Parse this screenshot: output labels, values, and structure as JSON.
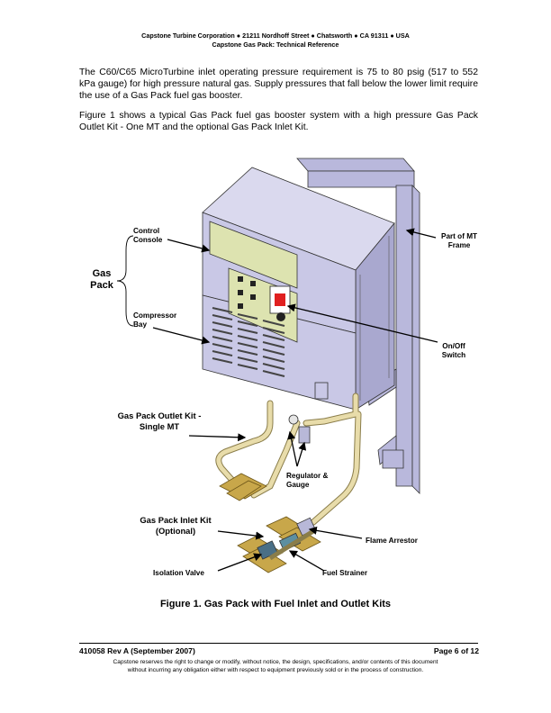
{
  "header": {
    "line1": "Capstone Turbine Corporation ● 21211 Nordhoff Street ● Chatsworth ● CA 91311 ● USA",
    "line2": "Capstone Gas Pack: Technical Reference"
  },
  "body": {
    "paragraph1": "The C60/C65 MicroTurbine inlet operating pressure requirement is 75 to 80 psig (517 to 552 kPa gauge) for high pressure natural gas. Supply pressures that fall below the lower limit require the use of a Gas Pack fuel gas booster.",
    "paragraph2": "Figure 1 shows a typical Gas Pack fuel gas booster system with a high pressure Gas Pack Outlet Kit - One MT and the optional Gas Pack Inlet Kit."
  },
  "figure": {
    "labels": {
      "control_console_1": "Control",
      "control_console_2": "Console",
      "gas_pack_1": "Gas",
      "gas_pack_2": "Pack",
      "compressor_bay_1": "Compressor",
      "compressor_bay_2": "Bay",
      "part_of_mt_1": "Part of MT",
      "part_of_mt_2": "Frame",
      "onoff_1": "On/Off",
      "onoff_2": "Switch",
      "outlet_kit_1": "Gas Pack Outlet Kit -",
      "outlet_kit_2": "Single MT",
      "regulator_1": "Regulator &",
      "regulator_2": "Gauge",
      "inlet_kit_1": "Gas Pack Inlet Kit",
      "inlet_kit_2": "(Optional)",
      "flame_arrestor": "Flame Arrestor",
      "isolation_valve": "Isolation Valve",
      "fuel_strainer": "Fuel Strainer"
    },
    "caption": "Figure 1. Gas Pack with Fuel Inlet and Outlet Kits"
  },
  "footer": {
    "doc_id": "410058 Rev A (September 2007)",
    "page": "Page 6 of 12",
    "legal1": "Capstone reserves the right to change or modify, without notice, the design, specifications, and/or contents of this document",
    "legal2": "without incurring any obligation either with respect to equipment previously sold or in the process of construction."
  },
  "colors": {
    "cabinet": "#c9c8e6",
    "console_panel": "#dde3b0",
    "pipe": "#e8dcaa",
    "frame": "#b9b8dc",
    "switch_red": "#e02020"
  }
}
